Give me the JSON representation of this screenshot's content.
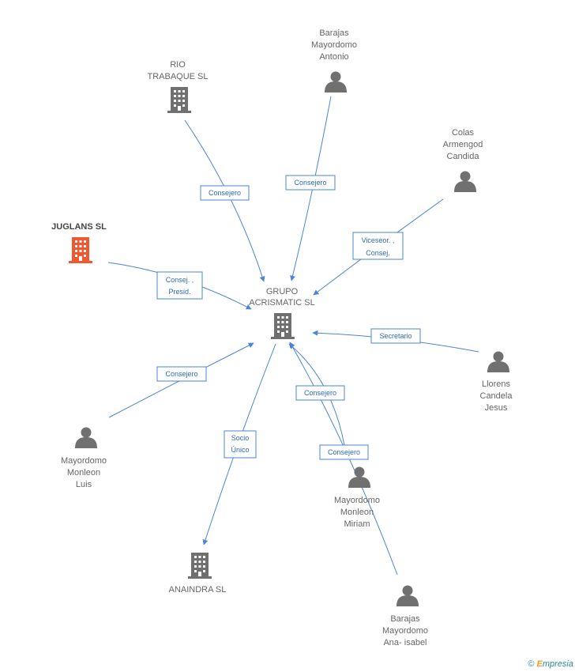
{
  "colors": {
    "edge": "#4a86d4",
    "company": "#707070",
    "highlight": "#f0582f",
    "person": "#707070"
  },
  "nodes": {
    "rio": {
      "lines": [
        "RIO",
        "TRABAQUE SL"
      ],
      "icon": "building-icon"
    },
    "barajas_antonio": {
      "lines": [
        "Barajas",
        "Mayordomo",
        "Antonio"
      ],
      "icon": "person-icon"
    },
    "colas": {
      "lines": [
        "Colas",
        "Armengod",
        "Candida"
      ],
      "icon": "person-icon"
    },
    "juglans": {
      "lines": [
        "JUGLANS SL"
      ],
      "icon": "building-icon"
    },
    "grupo": {
      "lines": [
        "GRUPO",
        "ACRISMATIC SL"
      ],
      "icon": "building-icon"
    },
    "llorens": {
      "lines": [
        "Llorens",
        "Candela",
        "Jesus"
      ],
      "icon": "person-icon"
    },
    "luis": {
      "lines": [
        "Mayordomo",
        "Monleon",
        "Luis"
      ],
      "icon": "person-icon"
    },
    "miriam": {
      "lines": [
        "Mayordomo",
        "Monleon",
        "Miriam"
      ],
      "icon": "person-icon"
    },
    "anaindra": {
      "lines": [
        "ANAINDRA SL"
      ],
      "icon": "building-icon"
    },
    "ana_isabel": {
      "lines": [
        "Barajas",
        "Mayordomo",
        "Ana- isabel"
      ],
      "icon": "person-icon"
    }
  },
  "edges": {
    "rio": [
      "Consejero"
    ],
    "barajas_antonio": [
      "Consejero"
    ],
    "colas": [
      "Viceseor. ,",
      "Consej."
    ],
    "juglans": [
      "Consej. ,",
      "Presid."
    ],
    "llorens": [
      "Secretario"
    ],
    "luis": [
      "Consejero"
    ],
    "miriam": [
      "Consejero"
    ],
    "ana_isabel": [
      "Consejero"
    ],
    "anaindra": [
      "Socio",
      "Único"
    ]
  },
  "footer": {
    "copyright": "©",
    "brand_first": "E",
    "brand_rest": "mpresia"
  }
}
